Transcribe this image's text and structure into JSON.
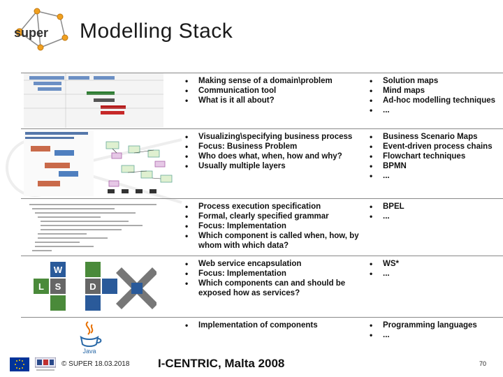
{
  "slide": {
    "logo_text": "super",
    "title": "Modelling Stack"
  },
  "rows": [
    {
      "left_items": [
        "Making sense of a domain\\problem",
        "Communication tool",
        "What is it all about?"
      ],
      "right_items": [
        "Solution maps",
        "Mind maps",
        "Ad-hoc modelling techniques",
        "..."
      ]
    },
    {
      "left_items": [
        "Visualizing\\specifying business process",
        "Focus: Business Problem",
        "Who does what, when, how and why?",
        "Usually multiple layers"
      ],
      "right_items": [
        "Business Scenario Maps",
        "Event-driven process chains",
        "Flowchart techniques",
        "BPMN",
        "..."
      ]
    },
    {
      "left_items": [
        "Process execution specification",
        "Formal, clearly specified grammar",
        "Focus: Implementation",
        "Which component is called when, how, by whom with which data?"
      ],
      "right_items": [
        "BPEL",
        "..."
      ]
    },
    {
      "left_items": [
        "Web service encapsulation",
        "Focus: Implementation",
        "Which components can and should be exposed how as services?"
      ],
      "right_items": [
        "WS*",
        "..."
      ]
    },
    {
      "left_items": [
        "Implementation of components"
      ],
      "right_items": [
        "Programming languages",
        "..."
      ]
    }
  ],
  "ws_logo_letters": [
    "W",
    "S",
    "D",
    "L"
  ],
  "java_logo_text": "Java",
  "footer": {
    "copyright": "© SUPER 18.03.2018",
    "conference": "I-CENTRIC, Malta 2008",
    "page_number": "70"
  },
  "colors": {
    "rule": "#888888",
    "logo_orange": "#f0a020",
    "ws_green": "#4a8a3a",
    "ws_blue": "#2a5a9a",
    "ws_grey": "#666666",
    "eu_blue": "#003399"
  }
}
